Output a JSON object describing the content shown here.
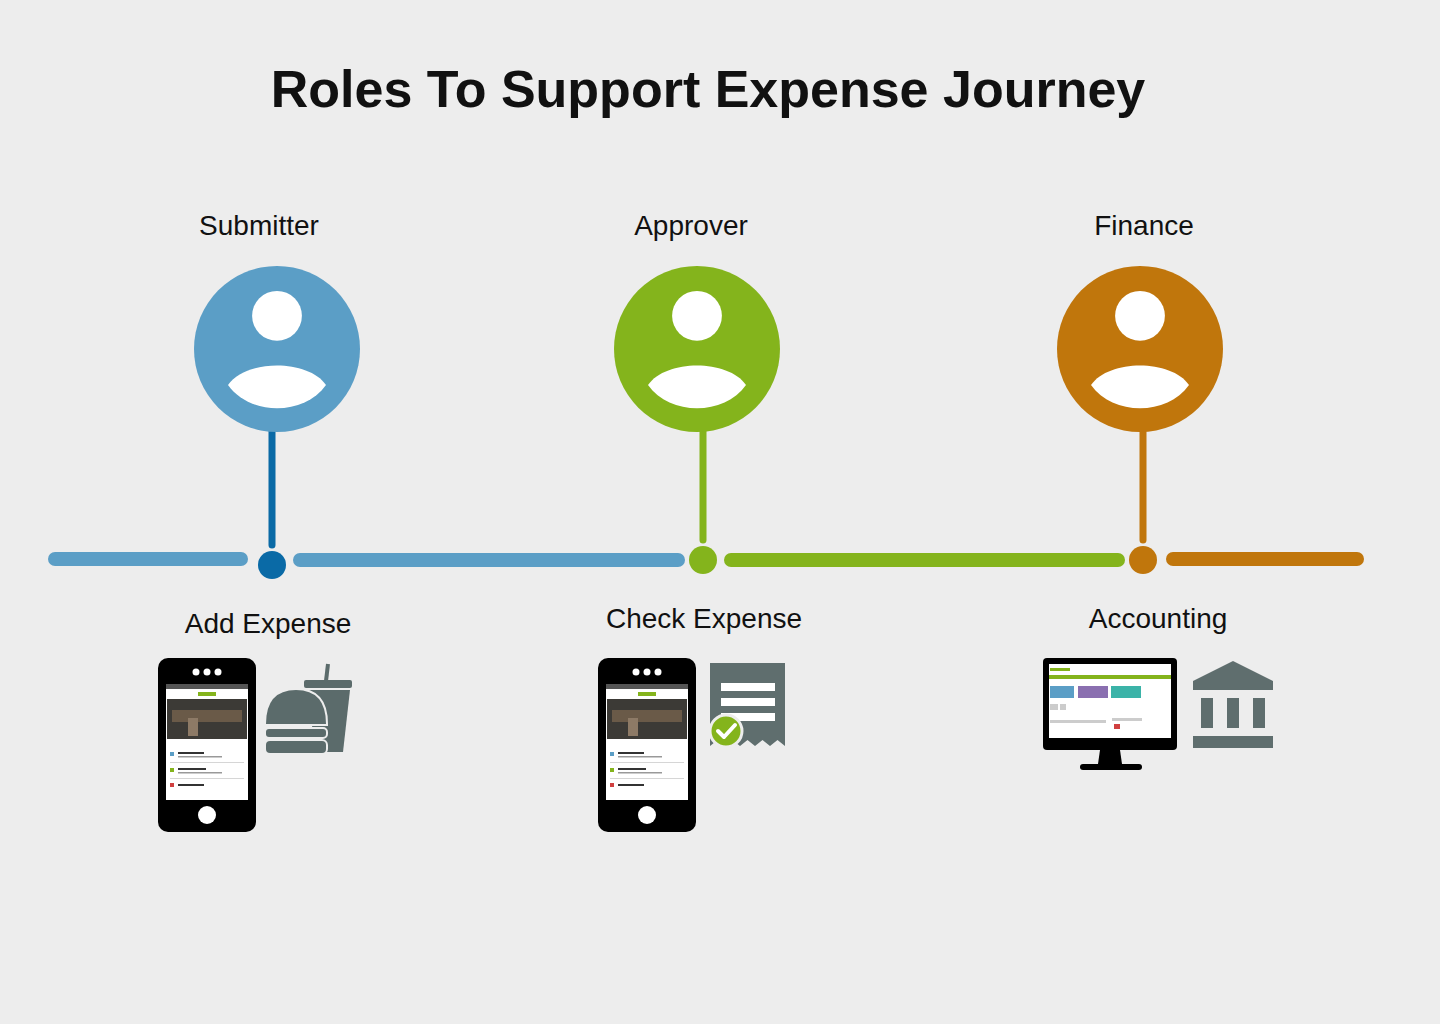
{
  "diagram": {
    "title": "Roles To Support Expense Journey",
    "nodes": [
      {
        "text": [
          "Submitter"
        ]
      },
      {
        "text": [
          "Approver"
        ]
      },
      {
        "text": [
          "Finance"
        ]
      },
      {
        "text": [
          "Add Expense"
        ]
      },
      {
        "text": [
          "Check Expense"
        ]
      },
      {
        "text": [
          "Accounting"
        ]
      }
    ],
    "edges": [
      {
        "from": 0,
        "to": 3,
        "arrow": "none"
      },
      {
        "from": 1,
        "to": 4,
        "arrow": "none"
      },
      {
        "from": 2,
        "to": 5,
        "arrow": "none"
      },
      {
        "from": 3,
        "to": 4,
        "arrow": "none"
      },
      {
        "from": 4,
        "to": 5,
        "arrow": "none"
      }
    ]
  }
}
